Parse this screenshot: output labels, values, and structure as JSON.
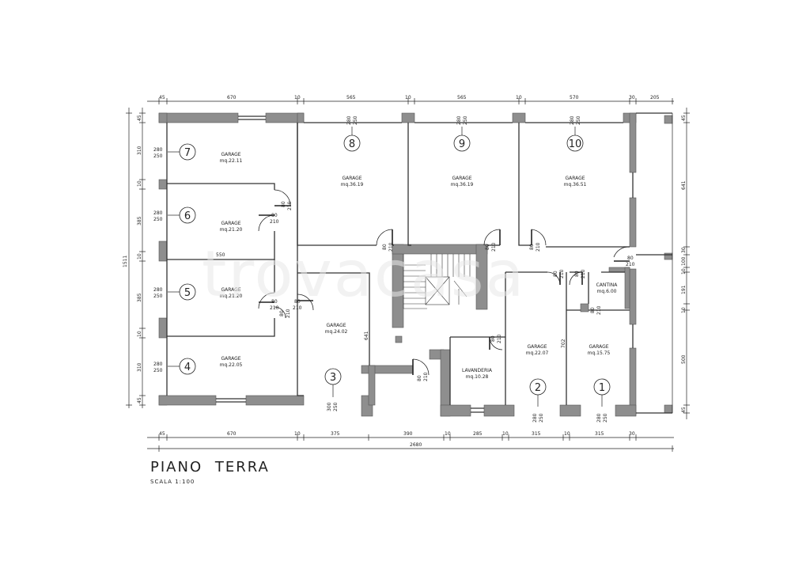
{
  "title": "PIANO  TERRA",
  "scale": "SCALA  1:100",
  "watermark": "trovacasa",
  "top_dims": [
    "45",
    "670",
    "10",
    "565",
    "10",
    "565",
    "10",
    "570",
    "30",
    "205"
  ],
  "bottom_dims": [
    "45",
    "670",
    "10",
    "375",
    "390",
    "10",
    "285",
    "10",
    "315",
    "10",
    "315",
    "30"
  ],
  "total_width": "2680",
  "left_dims": [
    "45",
    "310",
    "10",
    "385",
    "10",
    "385",
    "10",
    "310",
    "45"
  ],
  "left_total": "1511",
  "right_dims": [
    "45",
    "641",
    "30",
    "100",
    "10",
    "191",
    "10",
    "500",
    "45"
  ],
  "rooms": [
    {
      "id": "r7",
      "name": "GARAGE",
      "area": "mq.22.11",
      "num": "7",
      "h1": "280",
      "h2": "250"
    },
    {
      "id": "r6",
      "name": "GARAGE",
      "area": "mq.21.20",
      "num": "6",
      "h1": "280",
      "h2": "250"
    },
    {
      "id": "r5",
      "name": "GARAGE",
      "area": "mq.21.20",
      "num": "5",
      "h1": "280",
      "h2": "250"
    },
    {
      "id": "r4",
      "name": "GARAGE",
      "area": "mq.22.05",
      "num": "4",
      "h1": "280",
      "h2": "250"
    },
    {
      "id": "r8",
      "name": "GARAGE",
      "area": "mq.36.19",
      "num": "8",
      "h1": "280",
      "h2": "250"
    },
    {
      "id": "r9",
      "name": "GARAGE",
      "area": "mq.36.19",
      "num": "9",
      "h1": "280",
      "h2": "250"
    },
    {
      "id": "r10",
      "name": "GARAGE",
      "area": "mq.36.51",
      "num": "10",
      "h1": "280",
      "h2": "250"
    },
    {
      "id": "r3",
      "name": "GARAGE",
      "area": "mq.24.02",
      "num": "3",
      "h1": "300",
      "h2": "250"
    },
    {
      "id": "r2",
      "name": "GARAGE",
      "area": "mq.22.07",
      "num": "2",
      "h1": "280",
      "h2": "250"
    },
    {
      "id": "r1",
      "name": "GARAGE",
      "area": "mq.15.75",
      "num": "1",
      "h1": "280",
      "h2": "250"
    },
    {
      "id": "lav",
      "name": "LAVANDERIA",
      "area": "mq.10.28"
    },
    {
      "id": "cant",
      "name": "CANTINA",
      "area": "mq.6.00"
    }
  ],
  "doors": {
    "w": "80",
    "h": "210"
  },
  "inner_dims": {
    "d550": "550",
    "d641": "641",
    "d702": "702"
  }
}
